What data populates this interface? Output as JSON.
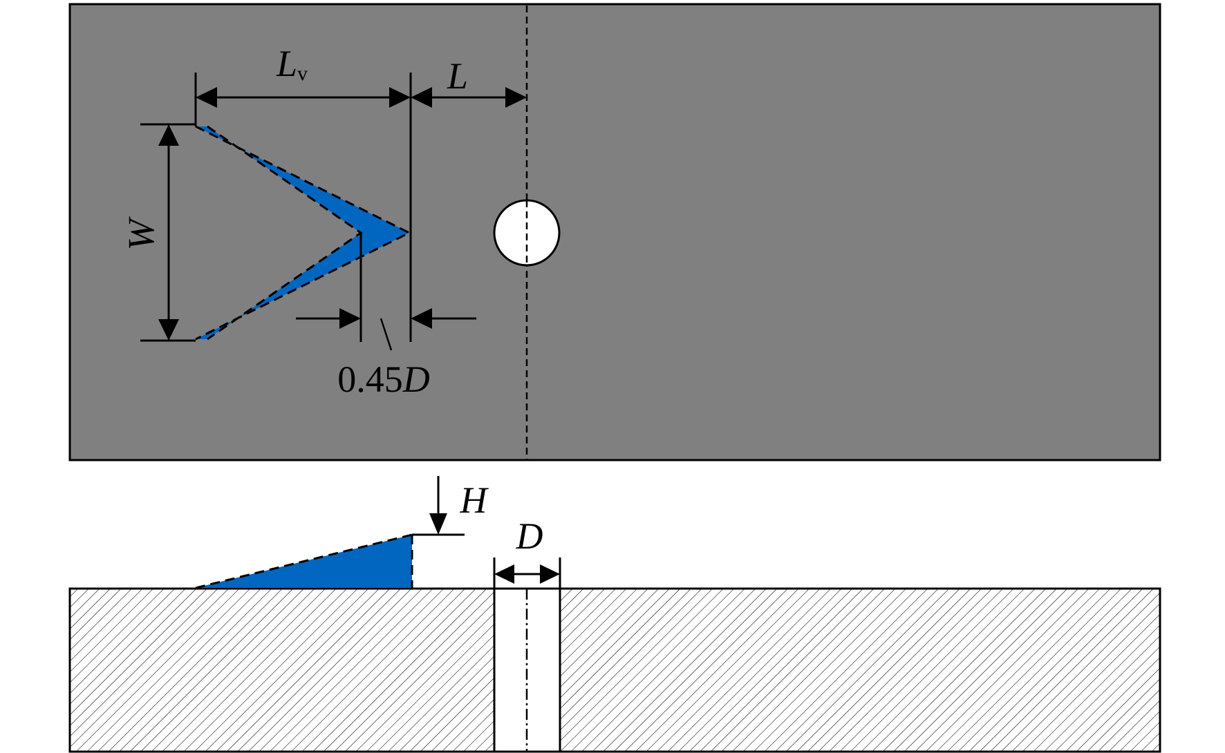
{
  "labels": {
    "lv_main": "L",
    "lv_sub": "v",
    "l": "L",
    "w": "W",
    "gap_number": "0.45",
    "gap_symbol": "D",
    "h": "H",
    "d": "D"
  },
  "colors": {
    "plate": "#808080",
    "vane": "#0066c0",
    "line": "#000000",
    "hole": "#ffffff"
  },
  "icons": {
    "arrow": "filled-triangle-arrowhead",
    "hatch": "diagonal-hatch"
  }
}
